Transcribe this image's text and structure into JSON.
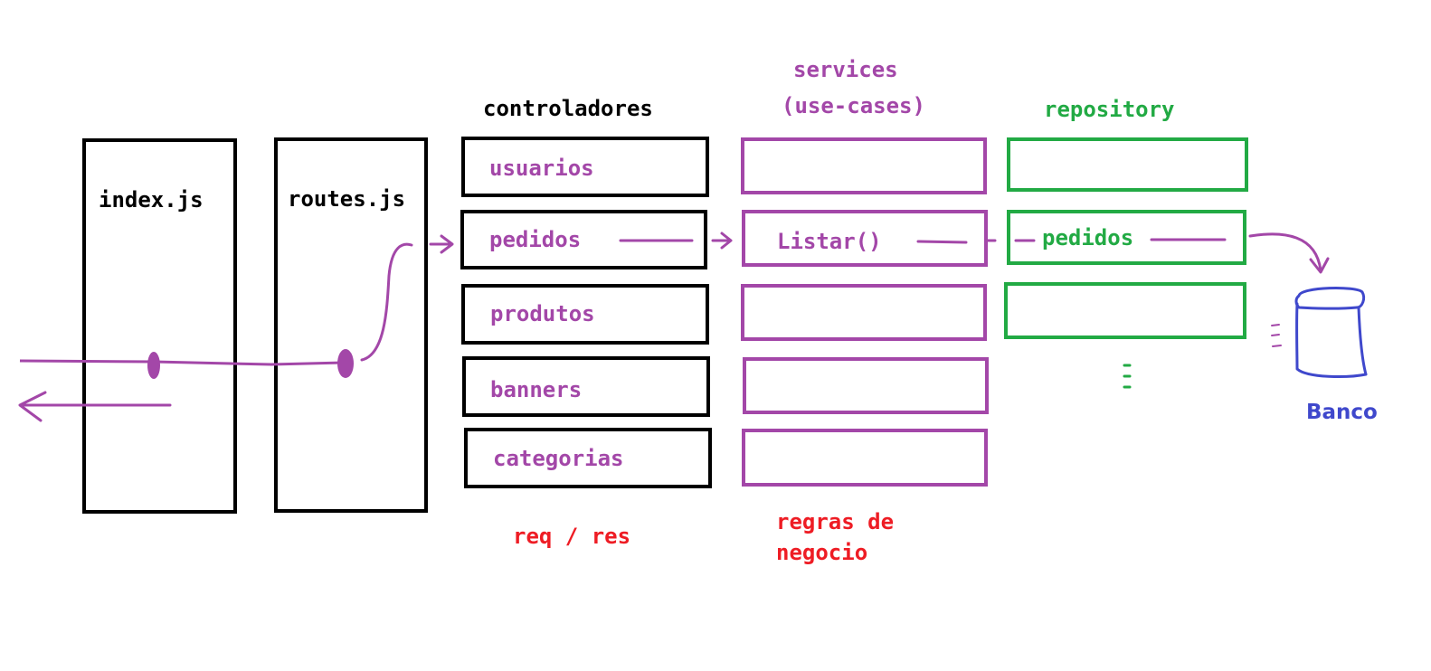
{
  "colors": {
    "black": "#000000",
    "purple": "#a347a8",
    "green": "#22aa44",
    "red": "#ee1c24",
    "blue": "#3f48cc"
  },
  "index": {
    "label": "index.js"
  },
  "routes": {
    "label": "routes.js"
  },
  "controllers": {
    "title": "controladores",
    "items": [
      "usuarios",
      "pedidos",
      "produtos",
      "banners",
      "categorias"
    ],
    "note": "req / res"
  },
  "services": {
    "title_line1": "services",
    "title_line2": "(use-cases)",
    "method": "Listar()",
    "note_line1": "regras de",
    "note_line2": "negocio"
  },
  "repository": {
    "title": "repository",
    "item": "pedidos"
  },
  "database": {
    "label": "Banco",
    "icon": "database-cylinder-icon"
  }
}
